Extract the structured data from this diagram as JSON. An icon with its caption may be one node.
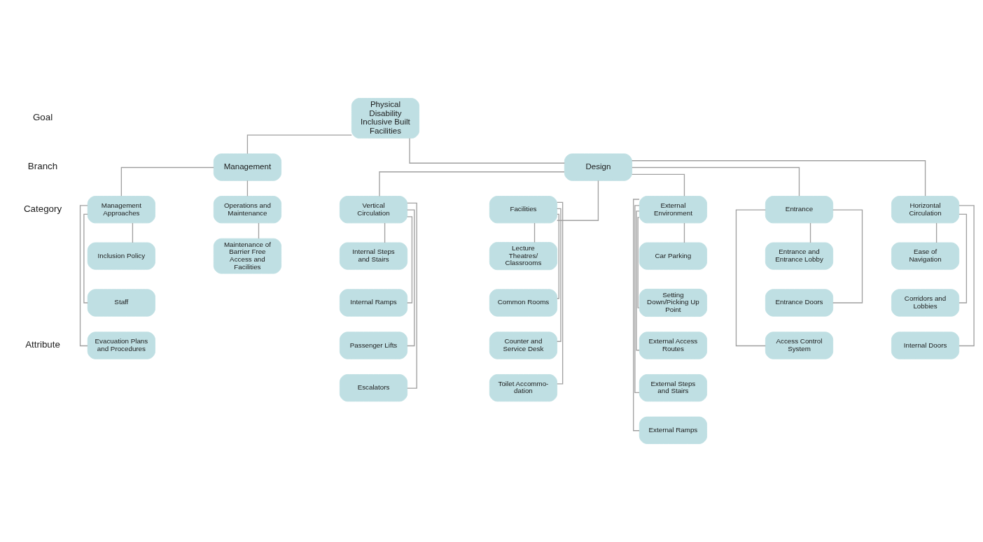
{
  "diagram": {
    "nodes": [
      {
        "text": [
          "Physical Disability Inclusive Built Facilities"
        ]
      },
      {
        "text": [
          "Design"
        ]
      },
      {
        "text": [
          "Management"
        ]
      },
      {
        "text": [
          "External Environment"
        ]
      },
      {
        "text": [
          "Entrance"
        ]
      },
      {
        "text": [
          "Horizontal Circulation"
        ]
      },
      {
        "text": [
          "Vertical Circulation"
        ]
      },
      {
        "text": [
          "Facilities"
        ]
      },
      {
        "text": [
          "Operations and Maintenance"
        ]
      },
      {
        "text": [
          "Management Approaches"
        ]
      },
      {
        "text": [
          "Car Parking"
        ]
      },
      {
        "text": [
          "Setting Down/Picking Up Point"
        ]
      },
      {
        "text": [
          "External Access Routes"
        ]
      },
      {
        "text": [
          "External Steps and Stairs"
        ]
      },
      {
        "text": [
          "External Ramps"
        ]
      },
      {
        "text": [
          "Entrance and Entrance Lobby"
        ]
      },
      {
        "text": [
          "Entrance Doors"
        ]
      },
      {
        "text": [
          "Access Control System"
        ]
      },
      {
        "text": [
          "Ease of Navigation"
        ]
      },
      {
        "text": [
          "Corridors and Lobbies"
        ]
      },
      {
        "text": [
          "Internal Doors"
        ]
      },
      {
        "text": [
          "Internal Steps and Stairs"
        ]
      },
      {
        "text": [
          "Internal Ramps"
        ]
      },
      {
        "text": [
          "Passenger Lifts"
        ]
      },
      {
        "text": [
          "Escalators"
        ]
      },
      {
        "text": [
          "Lecture Theatres/ Classrooms"
        ]
      },
      {
        "text": [
          "Common Rooms"
        ]
      },
      {
        "text": [
          "Counter and Service Desk"
        ]
      },
      {
        "text": [
          "Toilet Accommo- dation"
        ]
      },
      {
        "text": [
          "Maintenance of Barrier Free Access and Facilities"
        ]
      },
      {
        "text": [
          "Inclusion Policy"
        ]
      },
      {
        "text": [
          "Staff"
        ]
      },
      {
        "text": [
          "Evacuation Plans and Procedures"
        ]
      }
    ],
    "edges": [
      {
        "from": 0,
        "to": 1,
        "arrow": "none"
      },
      {
        "from": 0,
        "to": 2,
        "arrow": "none"
      },
      {
        "from": 1,
        "to": 3,
        "arrow": "none"
      },
      {
        "from": 1,
        "to": 4,
        "arrow": "none"
      },
      {
        "from": 1,
        "to": 5,
        "arrow": "none"
      },
      {
        "from": 1,
        "to": 6,
        "arrow": "none"
      },
      {
        "from": 1,
        "to": 7,
        "arrow": "none"
      },
      {
        "from": 2,
        "to": 8,
        "arrow": "none"
      },
      {
        "from": 2,
        "to": 9,
        "arrow": "none"
      },
      {
        "from": 3,
        "to": 10,
        "arrow": "none"
      },
      {
        "from": 3,
        "to": 11,
        "arrow": "none"
      },
      {
        "from": 3,
        "to": 12,
        "arrow": "none"
      },
      {
        "from": 3,
        "to": 13,
        "arrow": "none"
      },
      {
        "from": 3,
        "to": 14,
        "arrow": "none"
      },
      {
        "from": 4,
        "to": 15,
        "arrow": "none"
      },
      {
        "from": 4,
        "to": 16,
        "arrow": "none"
      },
      {
        "from": 4,
        "to": 17,
        "arrow": "none"
      },
      {
        "from": 5,
        "to": 18,
        "arrow": "none"
      },
      {
        "from": 5,
        "to": 19,
        "arrow": "none"
      },
      {
        "from": 5,
        "to": 20,
        "arrow": "none"
      },
      {
        "from": 6,
        "to": 21,
        "arrow": "none"
      },
      {
        "from": 6,
        "to": 22,
        "arrow": "none"
      },
      {
        "from": 6,
        "to": 23,
        "arrow": "none"
      },
      {
        "from": 6,
        "to": 24,
        "arrow": "none"
      },
      {
        "from": 7,
        "to": 25,
        "arrow": "none"
      },
      {
        "from": 7,
        "to": 26,
        "arrow": "none"
      },
      {
        "from": 7,
        "to": 27,
        "arrow": "none"
      },
      {
        "from": 7,
        "to": 28,
        "arrow": "none"
      },
      {
        "from": 8,
        "to": 29,
        "arrow": "none"
      },
      {
        "from": 9,
        "to": 30,
        "arrow": "none"
      },
      {
        "from": 9,
        "to": 31,
        "arrow": "none"
      },
      {
        "from": 9,
        "to": 32,
        "arrow": "none"
      }
    ],
    "labels": [
      "Goal",
      "Branch",
      "Category",
      "Attribute"
    ]
  }
}
